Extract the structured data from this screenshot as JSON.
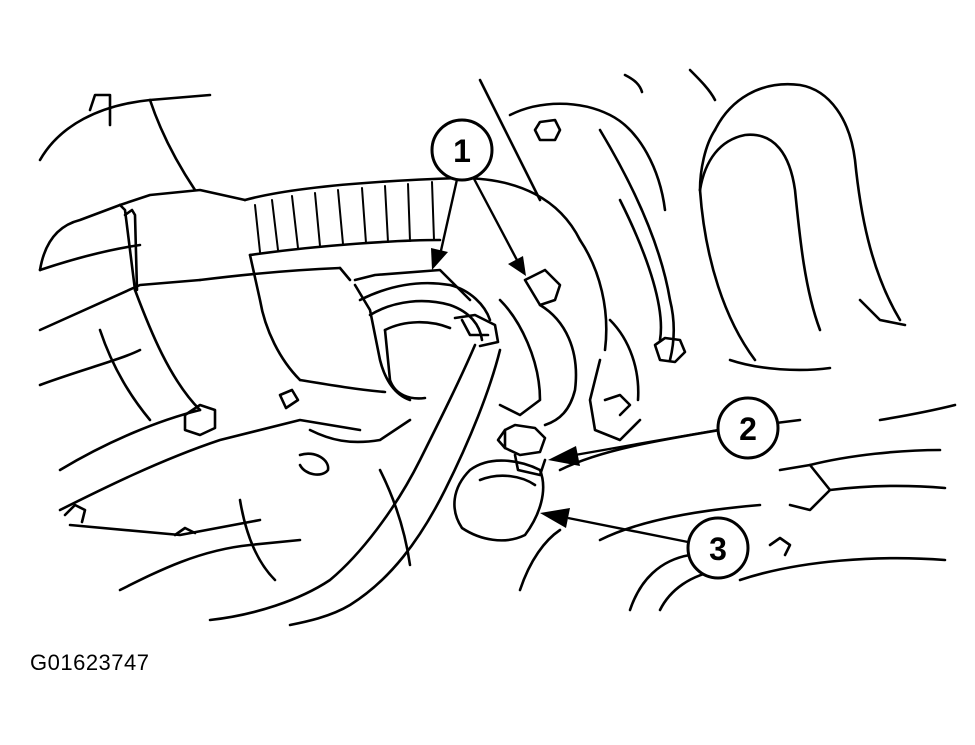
{
  "figure": {
    "id": "G01623747",
    "callouts": [
      {
        "label": "1"
      },
      {
        "label": "2"
      },
      {
        "label": "3"
      }
    ]
  }
}
